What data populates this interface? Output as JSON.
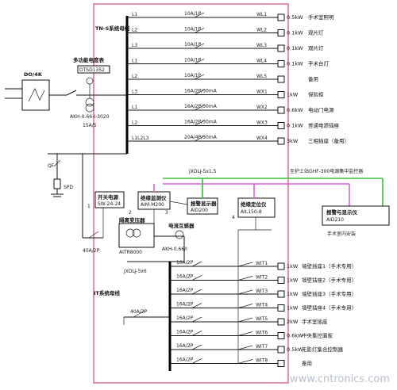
{
  "transformer": "DO/4K",
  "meter": {
    "title": "多功能电度表",
    "model": "DTSD1352",
    "ct_model": "AKH-0.66-I-3020",
    "ct_ratio": "15A/5"
  },
  "bus_top": "TN-S系统母线",
  "bus_bottom": "IT系统母线",
  "spd": "SPD",
  "misc_label": "QF",
  "main_breaker": "40A/2P",
  "it_breaker": "40A/2P",
  "it_transformer": "JXDLJ-5x6",
  "top_branches": [
    {
      "id": "L1",
      "breaker": "10A/1P",
      "circuit": "WL1",
      "power": "0.5kW",
      "load": "手术室照明"
    },
    {
      "id": "L2",
      "breaker": "10A/1P",
      "circuit": "WL2",
      "power": "0.1kW",
      "load": "观片灯"
    },
    {
      "id": "L3",
      "breaker": "10A/1P",
      "circuit": "WL3",
      "power": "0.1kW",
      "load": "观片灯"
    },
    {
      "id": "L1",
      "breaker": "10A/1P",
      "circuit": "WL4",
      "power": "0.1kW",
      "load": "手术台灯"
    },
    {
      "id": "L2",
      "breaker": "10A/1P",
      "circuit": "WL5",
      "power": "",
      "load": "备用"
    },
    {
      "id": "L3",
      "breaker": "16A/2P/30mA",
      "circuit": "WX1",
      "power": "1kW",
      "load": "保险柜"
    },
    {
      "id": "L1",
      "breaker": "16A/2P/30mA",
      "circuit": "WX2",
      "power": "0.6kW",
      "load": "电动门电源"
    },
    {
      "id": "L2",
      "breaker": "16A/2P/30mA",
      "circuit": "WX3",
      "power": "0.1kW",
      "load": "普通电源插座"
    },
    {
      "id": "L1L2L3",
      "breaker": "20A/4P/30mA",
      "circuit": "WX4",
      "power": "3kW",
      "load": "三相插座（备用）"
    }
  ],
  "monitor_bus": "JXDLJ-5x1.5",
  "monitor_note": "至护士站GHF-300电源集中监控器",
  "devices": [
    {
      "name": "开关电源",
      "model": "SW-24-24"
    },
    {
      "name": "绝缘监测仪",
      "model": "AIM-M200"
    },
    {
      "name": "报警显示器",
      "model": "AID200"
    },
    {
      "name": "绝缘定位仪",
      "model": "AIL150-8"
    },
    {
      "name": "隔离变压器",
      "model": "AITR8000"
    },
    {
      "name": "电流互感器",
      "model": "AKH-0.66/I"
    },
    {
      "name": "报警与显示仪",
      "model": "AID210",
      "place": "手术室内安装"
    }
  ],
  "left_numbers": [
    "1",
    "2",
    "3",
    "4"
  ],
  "bottom_branches": [
    {
      "breaker": "16A/2P",
      "circuit": "WIT1",
      "power": "1kW",
      "load": "墙壁插座1（手术专用）"
    },
    {
      "breaker": "16A/2P",
      "circuit": "WIT2",
      "power": "1kW",
      "load": "墙壁插座2（手术专用）"
    },
    {
      "breaker": "16A/2P",
      "circuit": "WIT3",
      "power": "1kW",
      "load": "墙壁插座3（手术专用）"
    },
    {
      "breaker": "16A/2P",
      "circuit": "WIT4",
      "power": "1kW",
      "load": "墙壁插座4（手术专用）"
    },
    {
      "breaker": "16A/2P",
      "circuit": "WIT5",
      "power": "2kW",
      "load": "手术室插座"
    },
    {
      "breaker": "16A/2P",
      "circuit": "WIT6",
      "power": "0.6kW",
      "load": "中央集控面板"
    },
    {
      "breaker": "16A/2P",
      "circuit": "WIT7",
      "power": "0.5kW",
      "load": "无影灯集合控制器"
    },
    {
      "breaker": "16A/2P",
      "circuit": "WIT8",
      "power": "",
      "load": "备用"
    }
  ],
  "watermark": "www.cntronics.com"
}
